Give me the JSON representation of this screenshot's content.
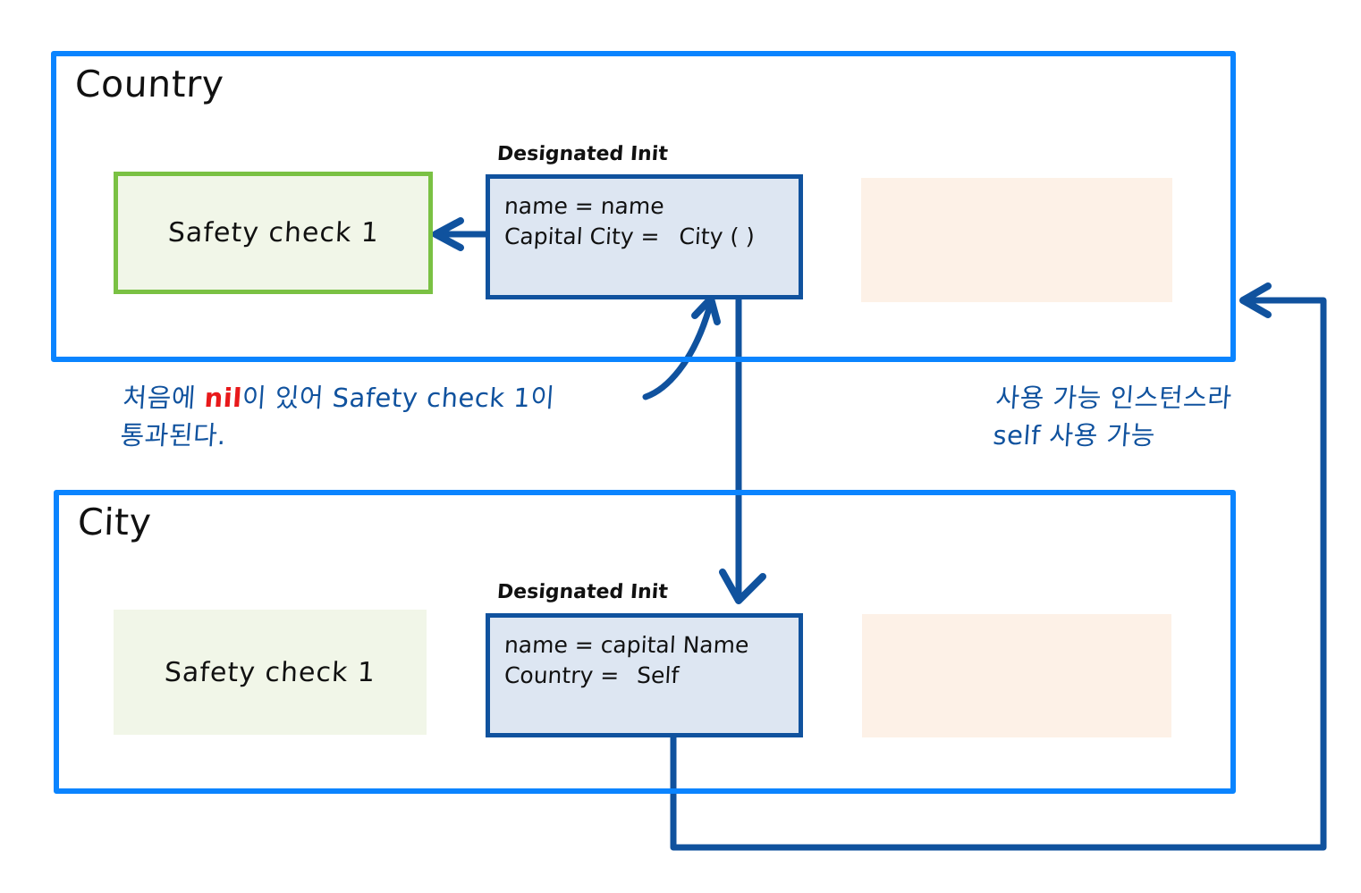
{
  "diagram": {
    "title_country": "Country",
    "title_city": "City",
    "colors": {
      "container_border": "#0a84ff",
      "init_border": "#10529e",
      "init_fill": "#dde6f2",
      "safety_border": "#7ac143",
      "safety_fill": "#f1f6e8",
      "cream_fill": "#fdf1e7",
      "arrow": "#10529e",
      "annotation_text": "#10529e",
      "nil_text": "#e8191b"
    }
  },
  "country": {
    "title": "Country",
    "safety": {
      "label": "Safety  check 1"
    },
    "init": {
      "caption": "Designated Init",
      "line1": "name = name",
      "line2_left": "Capital City  =",
      "line2_right": "City ( )"
    },
    "cream": {
      "label": ""
    }
  },
  "city": {
    "title": "City",
    "safety": {
      "label": "Safety  check 1"
    },
    "init": {
      "caption": "Designated Init",
      "line1": "name = capital Name",
      "line2_left": "Country =",
      "line2_right": "Self"
    },
    "cream": {
      "label": ""
    }
  },
  "annotations": {
    "left": {
      "line1_a": "처음에 ",
      "line1_nil": "nil",
      "line1_b": "이 있어 Safety check 1이",
      "line2": "통과된다."
    },
    "right": {
      "line1": "사용 가능 인스턴스라",
      "line2": "self 사용 가능"
    }
  },
  "arrows": [
    {
      "name": "init-to-safety-check-country",
      "from": "country-init-left",
      "to": "country-safety-right"
    },
    {
      "name": "annotation-to-country-init",
      "from": "annotation-left",
      "to": "country-init-bottom"
    },
    {
      "name": "country-init-to-city-init",
      "from": "country-init-bottom",
      "to": "city-init-top"
    },
    {
      "name": "city-init-to-country-container",
      "from": "city-init-bottom",
      "to": "country-container-right"
    }
  ]
}
